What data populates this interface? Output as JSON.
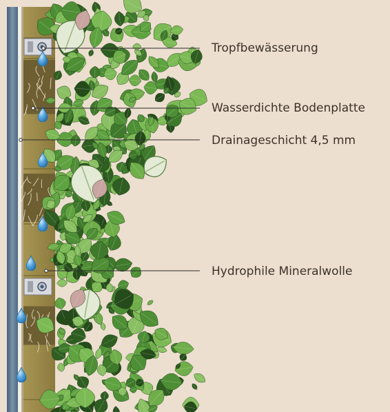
{
  "labels": {
    "drip_irrigation": "Tropfbewässerung",
    "waterproof_board": "Wasserdichte Bodenplatte",
    "drainage_layer": "Drainageschicht 4,5 mm",
    "mineral_wool": "Hydrophile Mineralwolle"
  },
  "colors": {
    "background": "#ecdfcf",
    "leader_line": "#2b2b2b",
    "label_text": "#3c3229",
    "wall_blue": "#5f7d95",
    "mineral_wool": "#9c8a4a",
    "water_drop": "#4b9bd6"
  },
  "icons": [
    "water-drop-icon",
    "drip-emitter-icon",
    "plant-foliage"
  ]
}
